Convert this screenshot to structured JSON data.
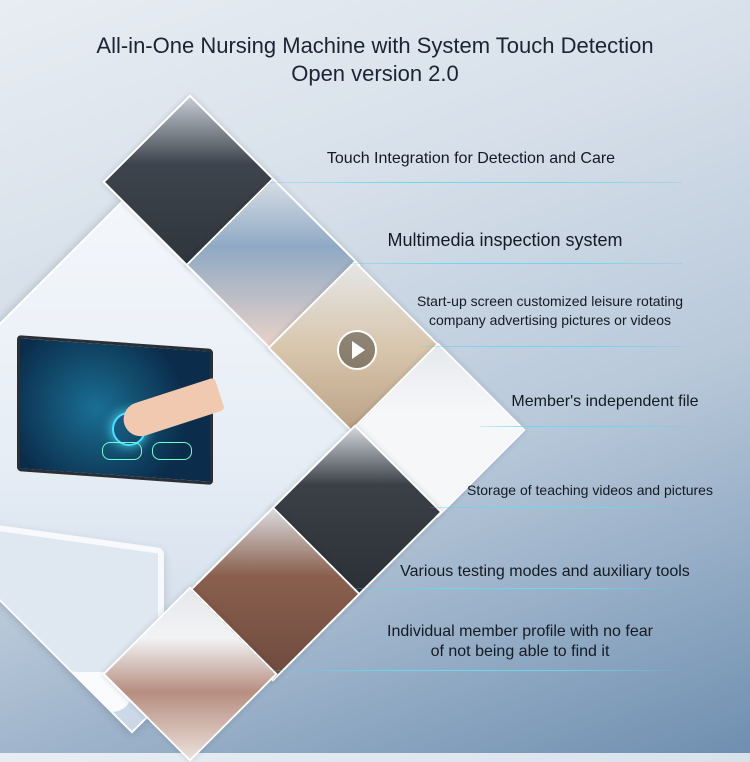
{
  "title": {
    "line1": "All-in-One Nursing Machine with System Touch Detection",
    "line2": "Open version 2.0"
  },
  "features": [
    {
      "text": "Touch Integration for Detection and Care"
    },
    {
      "text": "Multimedia inspection system"
    },
    {
      "text_line1": "Start-up screen customized leisure rotating",
      "text_line2": "company advertising pictures or videos"
    },
    {
      "text": "Member's independent file"
    },
    {
      "text": "Storage of teaching videos and pictures"
    },
    {
      "text": "Various testing modes and auxiliary tools"
    },
    {
      "text_line1": "Individual member profile with no fear",
      "text_line2": "of not being able to find it"
    }
  ],
  "icons": {
    "play": "play-icon"
  },
  "colors": {
    "accent_line": "#6fd6ef",
    "title_text": "#1c2433",
    "screen_glow": "#4fe0ff"
  }
}
